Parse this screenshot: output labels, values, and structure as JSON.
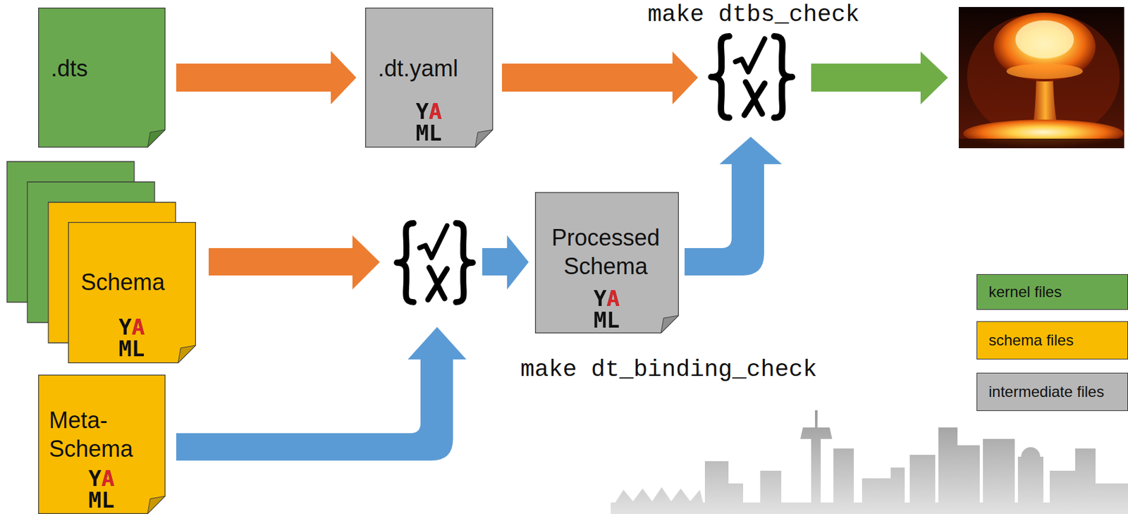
{
  "diagram": {
    "nodes": [
      {
        "text": [
          ".dts"
        ]
      },
      {
        "text": [
          ".dt.yaml",
          "YAML"
        ]
      },
      {
        "text": [
          "Schema",
          "YAML"
        ]
      },
      {
        "text": [
          "Processed Schema",
          "YAML"
        ]
      },
      {
        "text": [
          "Meta- Schema",
          "YAML"
        ]
      }
    ],
    "edges": [
      {
        "from": 0,
        "to": 1,
        "arrow": "to"
      }
    ],
    "labels": [
      "make dtbs_check",
      "make dt_binding_check"
    ],
    "legend": [
      {
        "text": "kernel files",
        "color": "#6aa84f"
      },
      {
        "text": "schema files",
        "color": "#f9bb00"
      },
      {
        "text": "intermediate files",
        "color": "#b7b7b7"
      }
    ]
  }
}
